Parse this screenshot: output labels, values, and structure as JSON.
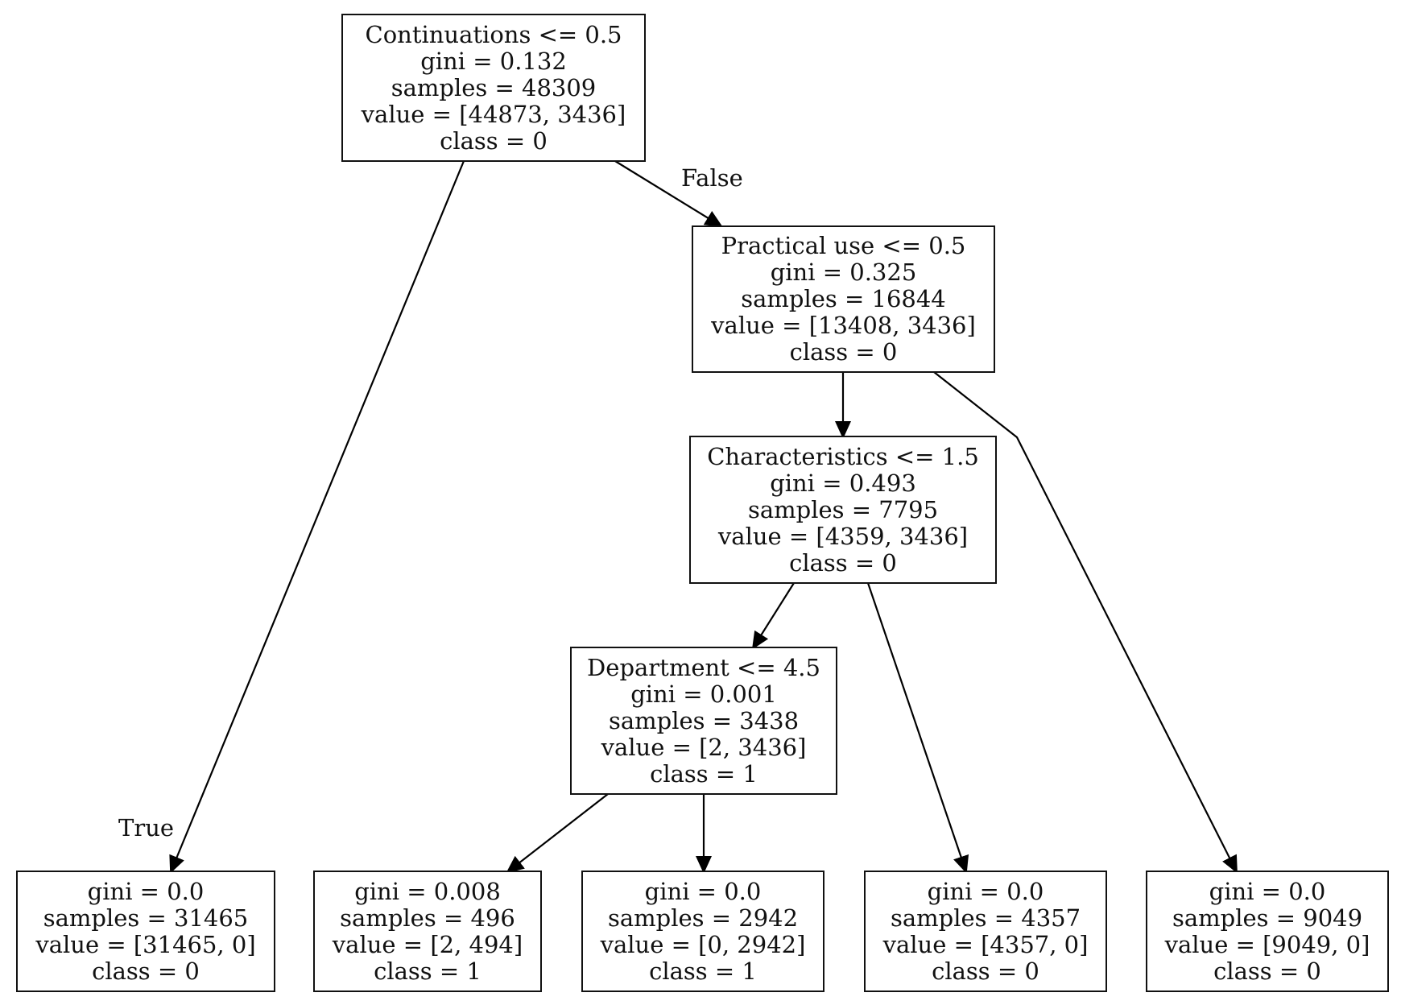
{
  "tree": {
    "nodes": {
      "root": {
        "split": "Continuations <= 0.5",
        "gini": "gini = 0.132",
        "samples": "samples = 48309",
        "value": "value = [44873, 3436]",
        "class": "class = 0"
      },
      "practical": {
        "split": "Practical use <= 0.5",
        "gini": "gini = 0.325",
        "samples": "samples = 16844",
        "value": "value = [13408, 3436]",
        "class": "class = 0"
      },
      "characteristics": {
        "split": "Characteristics <= 1.5",
        "gini": "gini = 0.493",
        "samples": "samples = 7795",
        "value": "value = [4359, 3436]",
        "class": "class = 0"
      },
      "department": {
        "split": "Department <= 4.5",
        "gini": "gini = 0.001",
        "samples": "samples = 3438",
        "value": "value = [2, 3436]",
        "class": "class = 1"
      },
      "leaf1": {
        "gini": "gini = 0.0",
        "samples": "samples = 31465",
        "value": "value = [31465, 0]",
        "class": "class = 0"
      },
      "leaf2": {
        "gini": "gini = 0.008",
        "samples": "samples = 496",
        "value": "value = [2, 494]",
        "class": "class = 1"
      },
      "leaf3": {
        "gini": "gini = 0.0",
        "samples": "samples = 2942",
        "value": "value = [0, 2942]",
        "class": "class = 1"
      },
      "leaf4": {
        "gini": "gini = 0.0",
        "samples": "samples = 4357",
        "value": "value = [4357, 0]",
        "class": "class = 0"
      },
      "leaf5": {
        "gini": "gini = 0.0",
        "samples": "samples = 9049",
        "value": "value = [9049, 0]",
        "class": "class = 0"
      }
    },
    "edge_labels": {
      "true": "True",
      "false": "False"
    }
  }
}
